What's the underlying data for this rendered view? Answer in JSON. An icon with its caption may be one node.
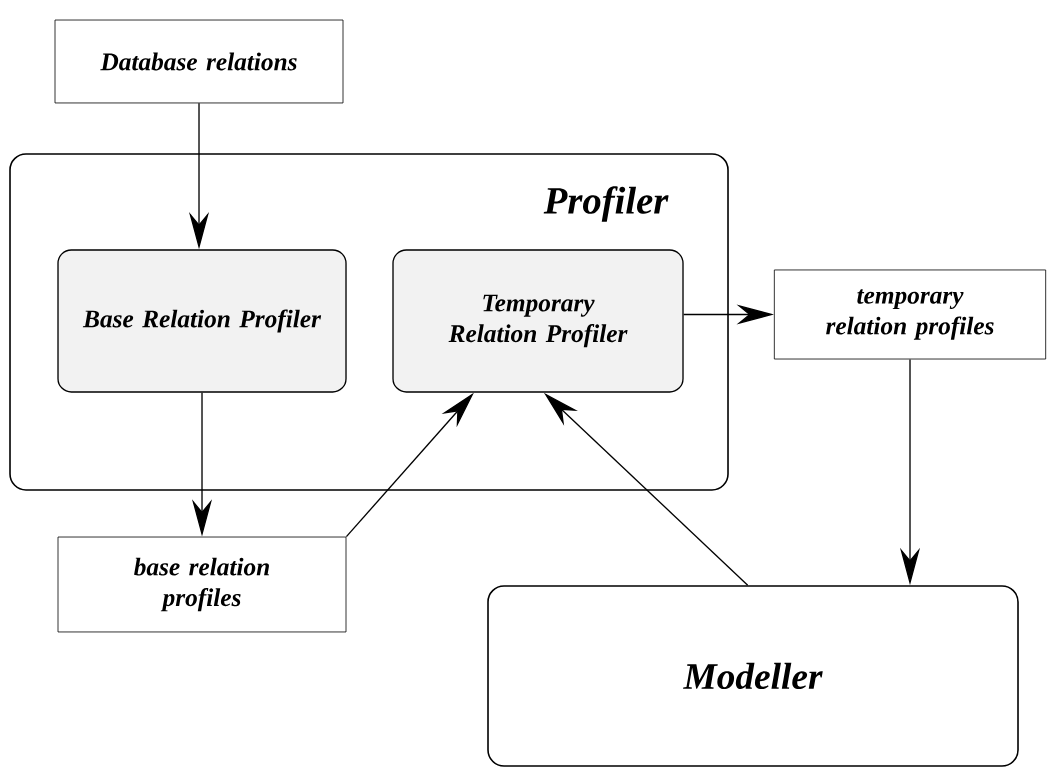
{
  "diagram": {
    "nodes": [
      {
        "text": [
          "Database relations"
        ]
      },
      {
        "text": [
          "Profiler"
        ]
      },
      {
        "text": [
          "Base Relation Profiler"
        ],
        "in": 1
      },
      {
        "text": [
          "Temporary Relation Profiler"
        ],
        "in": 1
      },
      {
        "text": [
          "temporary relation profiles"
        ]
      },
      {
        "text": [
          "base relation profiles"
        ]
      },
      {
        "text": [
          "Modeller"
        ]
      }
    ],
    "edges": [
      {
        "from": 0,
        "to": 2,
        "arrow": "to"
      },
      {
        "from": 2,
        "to": 5,
        "arrow": "to"
      },
      {
        "from": 5,
        "to": 3,
        "arrow": "to"
      },
      {
        "from": 6,
        "to": 3,
        "arrow": "to"
      },
      {
        "from": 3,
        "to": 4,
        "arrow": "to"
      },
      {
        "from": 4,
        "to": 6,
        "arrow": "to"
      }
    ]
  }
}
